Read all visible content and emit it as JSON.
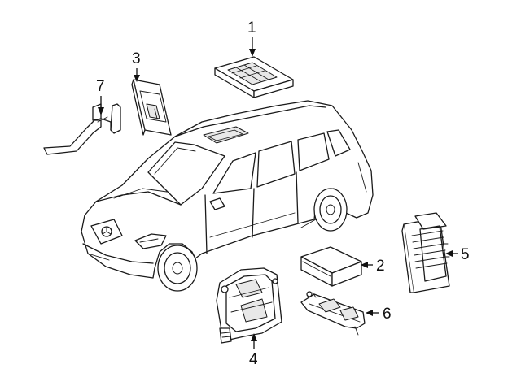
{
  "callouts": {
    "c1": "1",
    "c2": "2",
    "c3": "3",
    "c4": "4",
    "c5": "5",
    "c6": "6",
    "c7": "7"
  },
  "colors": {
    "line": "#1a1a1a",
    "background": "#ffffff",
    "shade": "#e8e8e8"
  }
}
